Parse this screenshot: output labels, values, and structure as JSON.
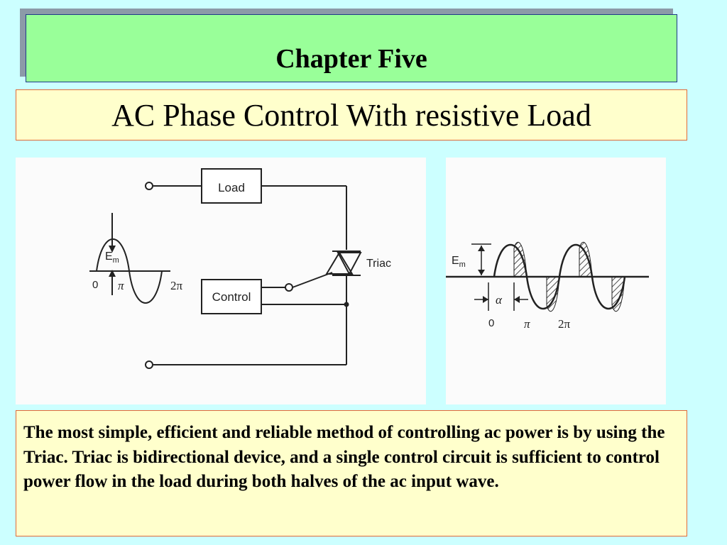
{
  "slide": {
    "title": "Chapter Five",
    "subtitle": "AC Phase Control With resistive Load",
    "body": "The most simple, efficient and reliable method of controlling ac power is by using the Triac. Triac is bidirectional device, and a single control circuit is sufficient to control power flow in the load during both halves of the ac input wave."
  },
  "circuit": {
    "load_label": "Load",
    "control_label": "Control",
    "triac_label": "Triac",
    "amplitude_label": "E",
    "amplitude_sub": "m",
    "zero_label": "0",
    "pi_label": "π",
    "two_pi_label": "2π"
  },
  "waveform": {
    "amplitude_label": "E",
    "amplitude_sub": "m",
    "alpha_label": "α",
    "zero_label": "0",
    "pi_label": "π",
    "two_pi_label": "2π"
  },
  "colors": {
    "background": "#ccffff",
    "title_fill": "#99ff99",
    "box_fill": "#ffffcc",
    "box_border": "#e06a3a"
  }
}
